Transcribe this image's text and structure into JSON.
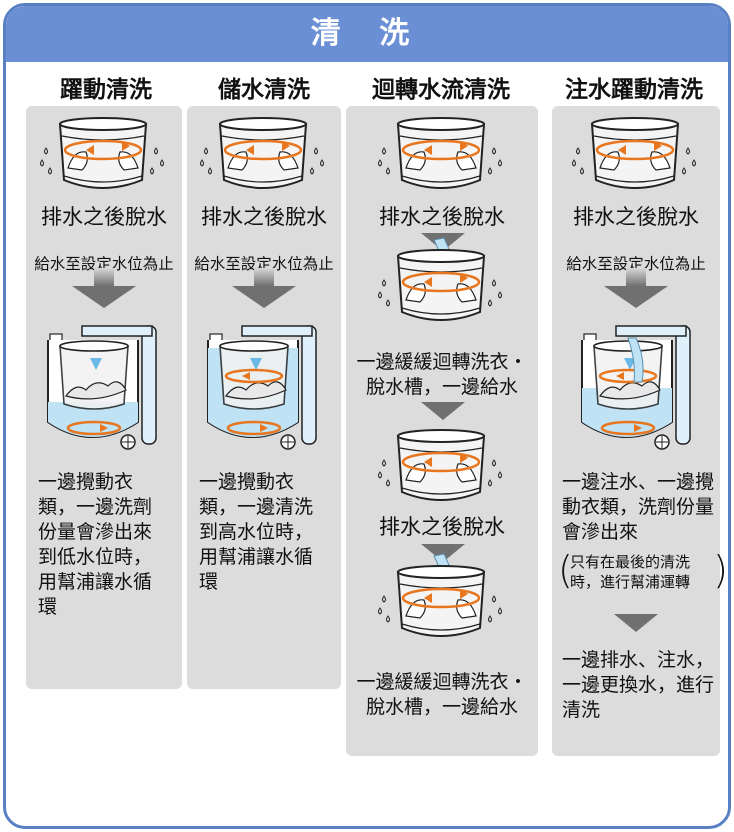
{
  "title": "清 洗",
  "columns": [
    {
      "title": "躍動清洗",
      "step1": "排水之後脫水",
      "step2": "給水至設定水位為止",
      "desc": [
        "一邊攪動衣",
        "類，一邊洗劑",
        "份量會滲出來",
        "到低水位時，",
        "用幫浦讓水循",
        "環"
      ]
    },
    {
      "title": "儲水清洗",
      "step1": "排水之後脫水",
      "step2": "給水至設定水位為止",
      "desc": [
        "一邊攪動衣",
        "類，一邊清洗",
        "到高水位時，",
        "用幫浦讓水循",
        "環"
      ]
    },
    {
      "title": "迴轉水流清洗",
      "step1": "排水之後脫水",
      "step2": [
        "一邊緩緩迴轉洗衣・",
        "脫水槽，一邊給水"
      ],
      "step3": "排水之後脫水",
      "step4": [
        "一邊緩緩迴轉洗衣・",
        "脫水槽，一邊給水"
      ]
    },
    {
      "title": "注水躍動清洗",
      "step1": "排水之後脫水",
      "step2": "給水至設定水位為止",
      "desc": [
        "一邊注水、一邊攪",
        "動衣類，洗劑份量",
        "會滲出來"
      ],
      "note": [
        "只有在最後的清洗",
        "時，進行幫浦運轉"
      ],
      "desc2": [
        "一邊排水、注水，",
        "一邊更換水，進行",
        "清洗"
      ]
    }
  ],
  "colors": {
    "banner": "#6a8fd4",
    "border": "#5a80c4",
    "panel": "#dcdcdc",
    "arrow": "#707070",
    "orange": "#e8761e",
    "water": "#bfe3f5"
  }
}
